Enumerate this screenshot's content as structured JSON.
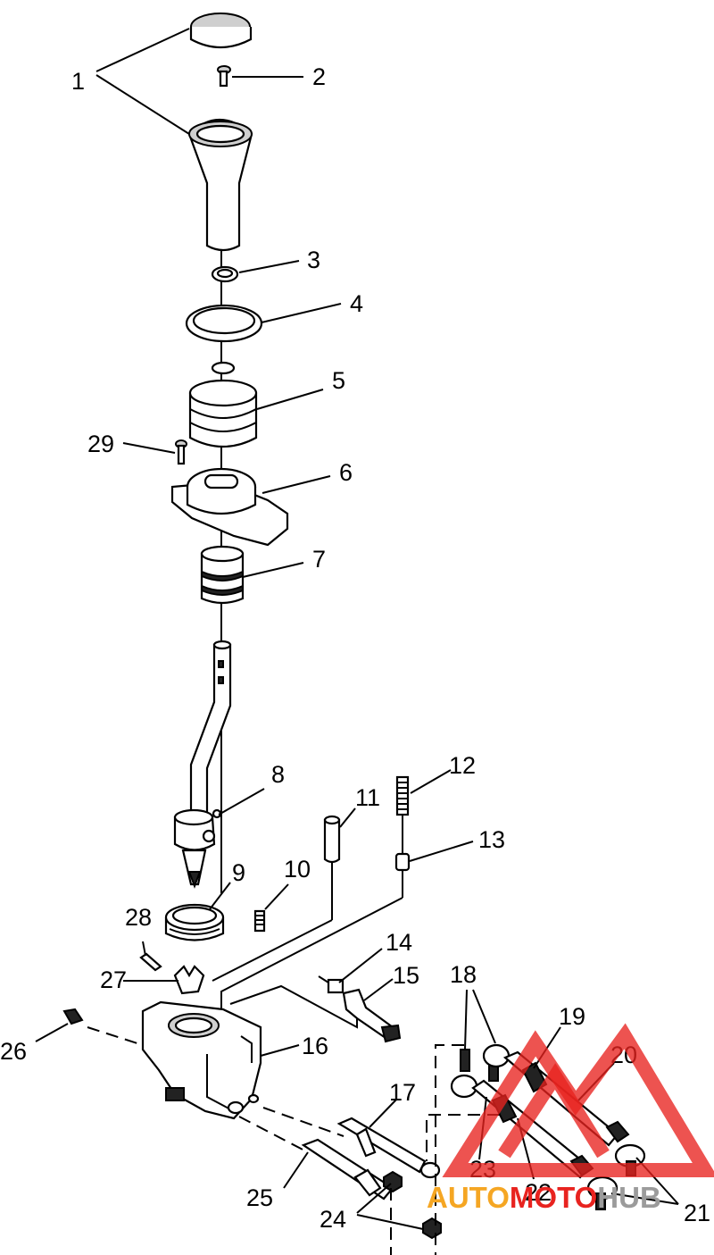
{
  "callouts": [
    "1",
    "2",
    "3",
    "4",
    "5",
    "6",
    "7",
    "8",
    "9",
    "10",
    "11",
    "12",
    "13",
    "14",
    "15",
    "16",
    "17",
    "18",
    "19",
    "20",
    "21",
    "22",
    "23",
    "24",
    "25",
    "26",
    "27",
    "28",
    "29"
  ],
  "watermark": {
    "part1": "AUTO",
    "part2": "MOTO",
    "part3": "HUB",
    "color_red": "#e8231f",
    "color_orange": "#f5a623",
    "color_gray": "#9b9b9b"
  }
}
